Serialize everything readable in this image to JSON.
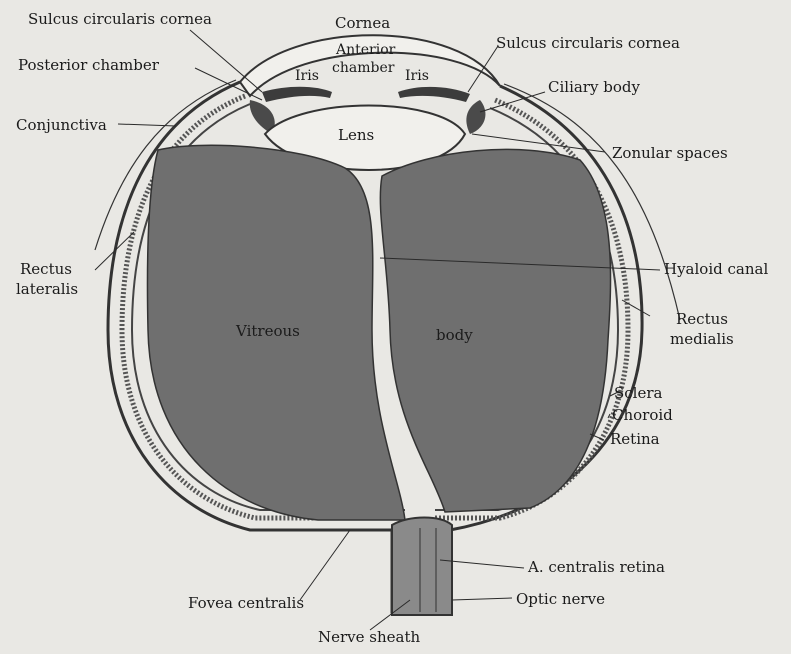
{
  "labels": {
    "sulcus_left": "Sulcus circularis cornea",
    "cornea": "Cornea",
    "sulcus_right": "Sulcus circularis cornea",
    "posterior_chamber": "Posterior chamber",
    "anterior_chamber_1": "Anterior",
    "anterior_chamber_2": "chamber",
    "iris_left": "Iris",
    "iris_right": "Iris",
    "ciliary_body": "Ciliary body",
    "conjunctiva": "Conjunctiva",
    "lens": "Lens",
    "zonular_spaces": "Zonular spaces",
    "hyaloid_canal": "Hyaloid canal",
    "rectus_lateralis_1": "Rectus",
    "rectus_lateralis_2": "lateralis",
    "vitreous": "Vitreous",
    "body": "body",
    "rectus_medialis_1": "Rectus",
    "rectus_medialis_2": "medialis",
    "sclera": "Sclera",
    "choroid": "Choroid",
    "retina": "Retina",
    "a_centralis_retina": "A. centralis retina",
    "fovea_centralis": "Fovea centralis",
    "optic_nerve": "Optic nerve",
    "nerve_sheath": "Nerve sheath"
  }
}
